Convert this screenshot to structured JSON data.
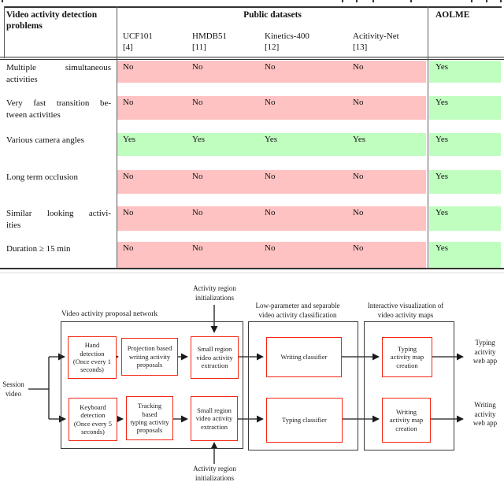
{
  "colors": {
    "no_cell_pink": "#ffc2c2",
    "yes_cell_green": "#c0fec0",
    "diagram_box_red": "#f42613",
    "table_rule": "#333333"
  },
  "table": {
    "header": {
      "problems_label": "Video activity detection\nproblems",
      "public_label": "Public datasets",
      "aolme_label": "AOLME",
      "datasets": [
        {
          "name": "UCF101",
          "ref": "[4]"
        },
        {
          "name": "HMDB51",
          "ref": "[11]"
        },
        {
          "name": "Kinetics-400",
          "ref": "[12]"
        },
        {
          "name": "Acitivity-Net",
          "ref": "[13]"
        }
      ]
    },
    "rows": [
      {
        "label_lines": [
          "Multiple simultaneous",
          "activities"
        ],
        "values": [
          "No",
          "No",
          "No",
          "No"
        ],
        "aolme": "Yes",
        "band": "pink"
      },
      {
        "label_lines": [
          "Very fast transition be-",
          "tween activities"
        ],
        "values": [
          "No",
          "No",
          "No",
          "No"
        ],
        "aolme": "Yes",
        "band": "pink"
      },
      {
        "label_lines": [
          "Various camera angles"
        ],
        "values": [
          "Yes",
          "Yes",
          "Yes",
          "Yes"
        ],
        "aolme": "Yes",
        "band": "green"
      },
      {
        "label_lines": [
          "Long term occlusion"
        ],
        "values": [
          "No",
          "No",
          "No",
          "No"
        ],
        "aolme": "Yes",
        "band": "pink"
      },
      {
        "label_lines": [
          "Similar looking activi-",
          "ities"
        ],
        "values": [
          "No",
          "No",
          "No",
          "No"
        ],
        "aolme": "Yes",
        "band": "pink"
      },
      {
        "label_lines": [
          "Duration ≥ 15 min"
        ],
        "values": [
          "No",
          "No",
          "No",
          "No"
        ],
        "aolme": "Yes",
        "band": "pink"
      }
    ]
  },
  "diagram": {
    "stage_labels": {
      "proposal": "Video activity proposal network",
      "classification": "Low-parameter and separable\nvideo activity classification",
      "visualization": "Interactive visualization of\nvideo activity maps"
    },
    "inputs": {
      "session": "Session\nvideo",
      "init_top": "Activity region\ninitializations",
      "init_bottom": "Activity region\ninitializations"
    },
    "boxes": {
      "hand": "Hand\ndetection\n(Once every 1\nseconds)",
      "projection": "Projection based\nwriting activity\nproposals",
      "small_top": "Small region\nvideo activity\nextraction",
      "writing_classifier": "Writing classifier",
      "typing_map": "Typing\nactivity map\ncreation",
      "keyboard": "Keyboard\ndetection\n(Once every 5\nseconds)",
      "tracking": "Tracking\nbased\ntyping activity\nproposals",
      "small_bottom": "Small region\nvideo activity\nextraction",
      "typing_classifier": "Typing classifier",
      "writing_map": "Writing\nactivity map\ncreation"
    },
    "outputs": {
      "typing_app": "Typing\nacitvity\nweb app",
      "writing_app": "Writing\nactivity\nweb app"
    }
  }
}
